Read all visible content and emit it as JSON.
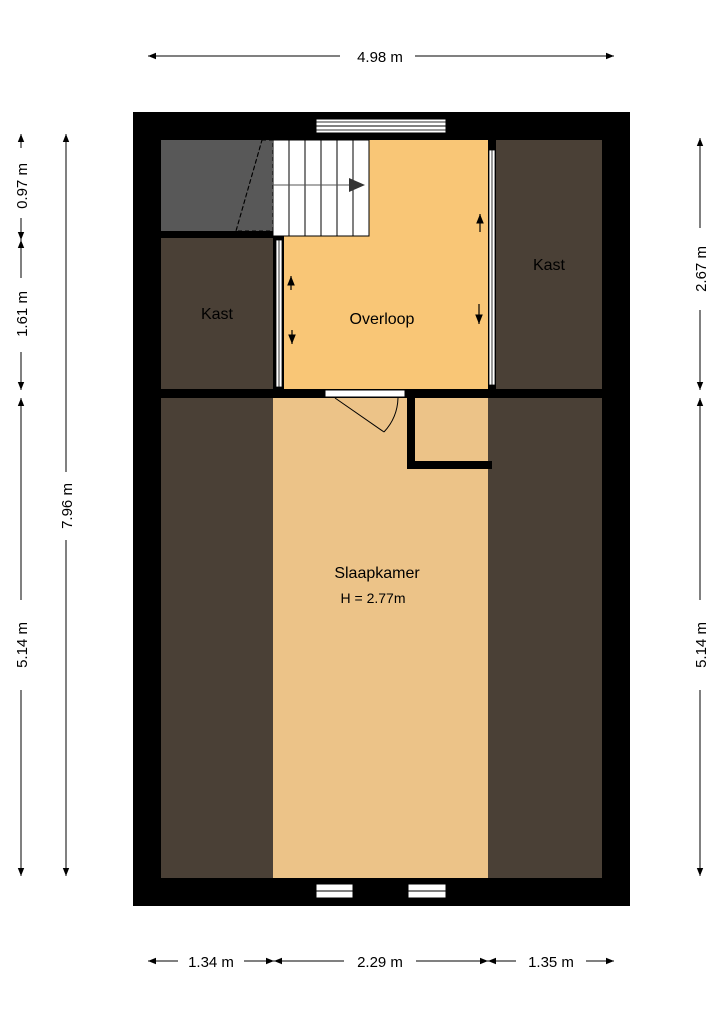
{
  "dimensions": {
    "top_width": "4.98 m",
    "bottom_left": "1.34 m",
    "bottom_middle": "2.29 m",
    "bottom_right": "1.35 m",
    "left_top": "0.97 m",
    "left_mid": "1.61 m",
    "left_bottom": "5.14 m",
    "left_total": "7.96 m",
    "right_top": "2.67 m",
    "right_bottom": "5.14 m"
  },
  "rooms": {
    "kast_left": "Kast",
    "kast_right": "Kast",
    "overloop": "Overloop",
    "slaapkamer": "Slaapkamer",
    "slaapkamer_height": "H = 2.77m"
  },
  "colors": {
    "wall": "#000000",
    "kast": "#4a4036",
    "overloop": "#f9c676",
    "slaapkamer": "#ecc388",
    "stair_void": "#585858"
  }
}
